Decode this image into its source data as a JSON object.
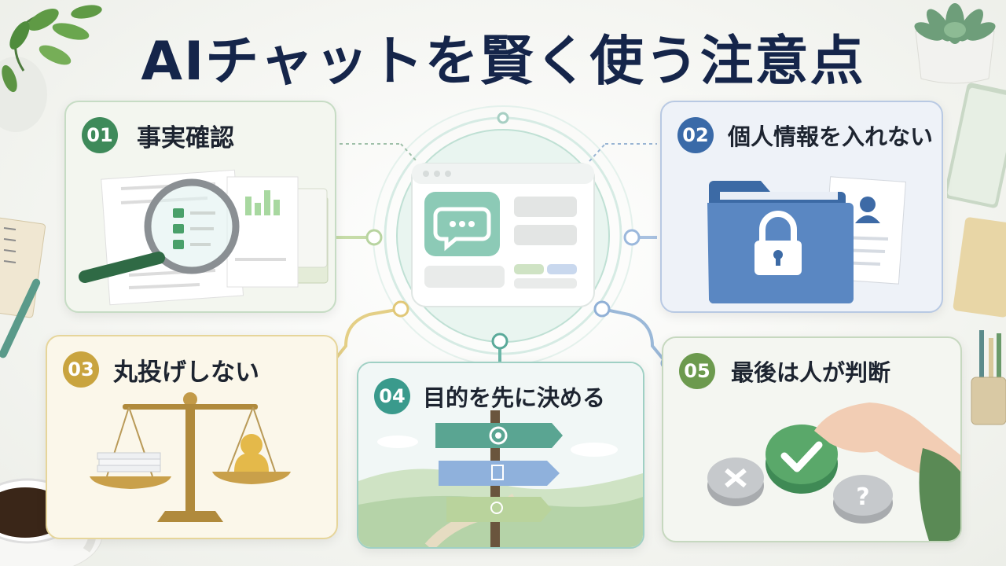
{
  "title": "AIチャットを賢く使う注意点",
  "cards": [
    {
      "number": "01",
      "label": "事実確認",
      "icon": "magnifier-document-icon",
      "color": "#3e8a5a"
    },
    {
      "number": "02",
      "label": "個人情報を入れない",
      "icon": "locked-folder-icon",
      "color": "#3a6aa8"
    },
    {
      "number": "03",
      "label": "丸投げしない",
      "icon": "balance-scale-icon",
      "color": "#c9a43f"
    },
    {
      "number": "04",
      "label": "目的を先に決める",
      "icon": "signpost-icon",
      "color": "#3a9a8c"
    },
    {
      "number": "05",
      "label": "最後は人が判断",
      "icon": "check-button-hand-icon",
      "color": "#6c9a4e"
    }
  ],
  "center": {
    "icon": "chat-window-icon"
  },
  "colors": {
    "title": "#15254a",
    "green": "#3e8a5a",
    "blue": "#3a6aa8",
    "gold": "#c9a43f",
    "teal": "#3a9a8c",
    "olive": "#6c9a4e"
  }
}
